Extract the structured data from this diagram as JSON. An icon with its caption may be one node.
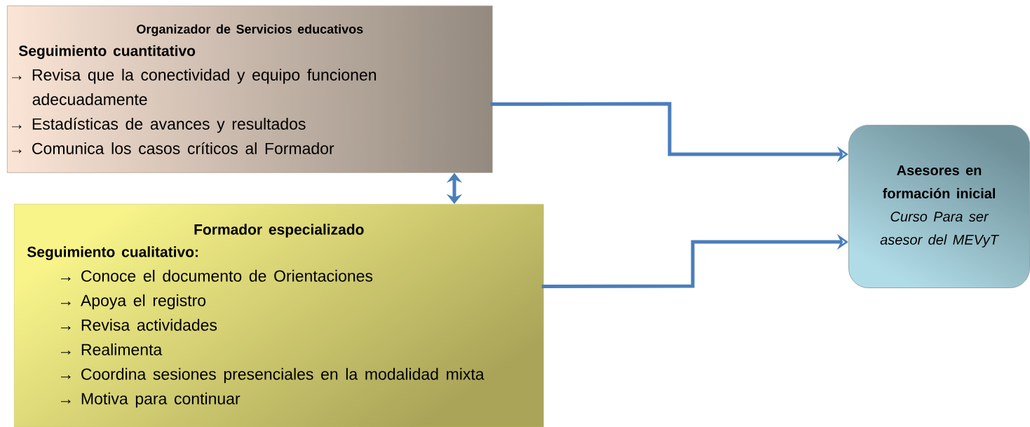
{
  "diagram": {
    "nodes": [
      {
        "text": [
          "Organizador de Servicios educativos",
          "Seguimiento cuantitativo",
          "→ Revisa que la conectividad y equipo funcionen adecuadamente",
          "→ Estadísticas de avances y resultados",
          "→ Comunica los casos críticos al Formador"
        ]
      },
      {
        "text": [
          "Formador especializado",
          "Seguimiento cualitativo:",
          "→ Conoce el documento de  Orientaciones",
          "→ Apoya el registro",
          "→ Revisa actividades",
          "→ Realimenta",
          "→ Coordina sesiones presenciales en la modalidad mixta",
          "→ Motiva para continuar"
        ]
      },
      {
        "text": [
          "Asesores en formación inicial",
          "Curso Para ser asesor del MEVyT"
        ]
      }
    ],
    "edges": [
      {
        "from": 0,
        "to": 2,
        "arrow": "to"
      },
      {
        "from": 1,
        "to": 2,
        "arrow": "to"
      },
      {
        "from": 0,
        "to": 1,
        "arrow": "both"
      }
    ]
  }
}
